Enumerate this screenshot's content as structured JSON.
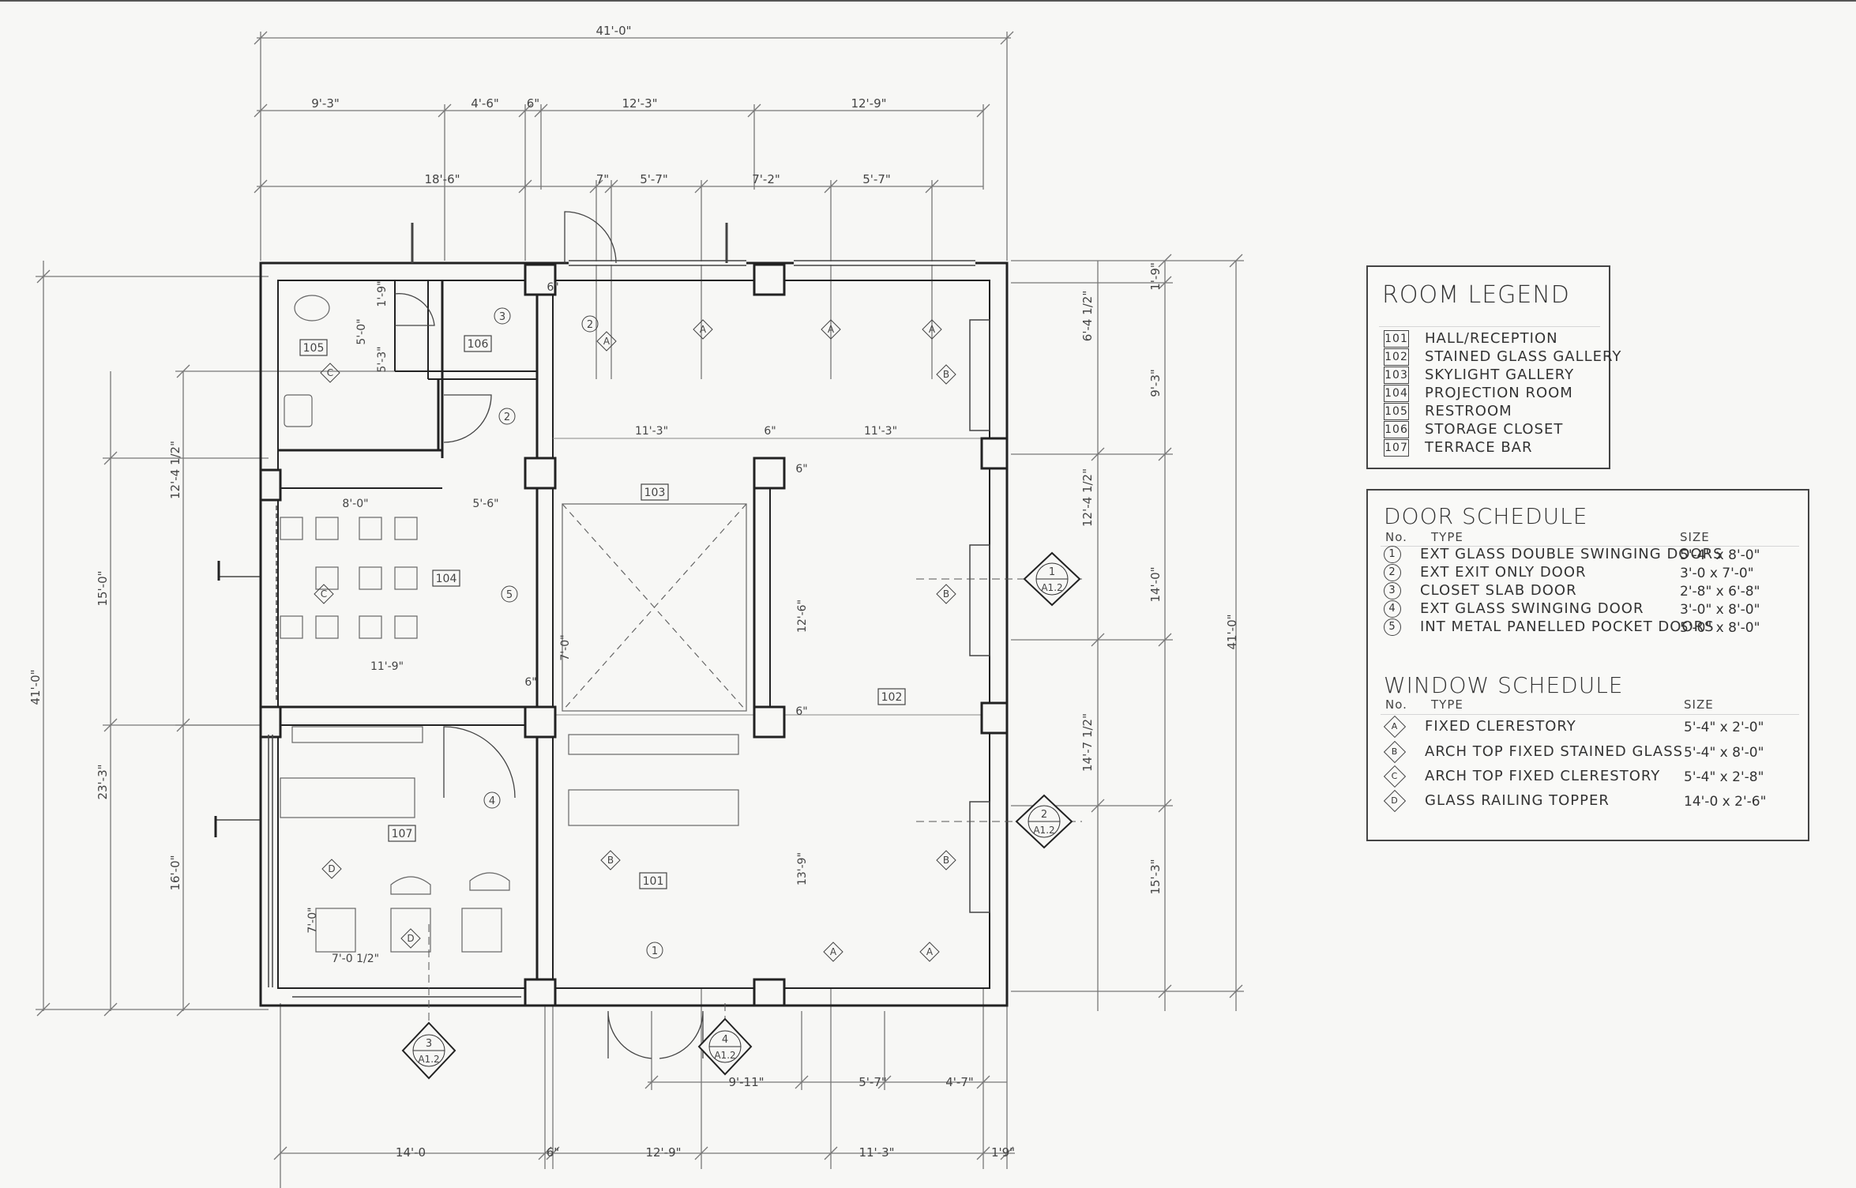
{
  "overall_dims": {
    "top_total": "41'-0\"",
    "top_row1": [
      "9'-3\"",
      "4'-6\"",
      "6\"",
      "12'-3\"",
      "12'-9\""
    ],
    "top_row2": [
      "18'-6\"",
      "7\"",
      "5'-7\"",
      "7'-2\"",
      "5'-7\""
    ],
    "bottom_row1": [
      "9'-11\"",
      "5'-7\"",
      "4'-7\""
    ],
    "bottom_row2": [
      "14'-0",
      "6\"",
      "12'-9\"",
      "11'-3\"",
      "1'9\""
    ],
    "left_total": "41'-0\"",
    "left_row1": [
      "15'-0\"",
      "23'-3\""
    ],
    "left_row2": [
      "12'-4 1/2\"",
      "16'-0\""
    ],
    "right_total": "41'-0\"",
    "right_row1": [
      "1'-9\"",
      "9'-3\"",
      "14'-0\"",
      "15'-3\""
    ],
    "right_row2": [
      "6'-4 1/2\"",
      "12'-4 1/2\"",
      "14'-7 1/2\""
    ]
  },
  "interior_dims": {
    "d_1_9": "1'-9\"",
    "d_5_0": "5'-0\"",
    "d_5_3": "5'-3\"",
    "d_11_3a": "11'-3\"",
    "d_6": "6\"",
    "d_11_3b": "11'-3\"",
    "d_8_0": "8'-0\"",
    "d_5_6": "5'-6\"",
    "d_6b": "6\"",
    "d_12_6": "12'-6\"",
    "d_7_0": "7'-0\"",
    "d_11_9": "11'-9\"",
    "d_6c": "6\"",
    "d_6d": "6\"",
    "d_6e": "6\"",
    "d_13_9": "13'-9\"",
    "d_7_0b": "7'-0\"",
    "d_7_0half": "7'-0 1/2\""
  },
  "room_tags": {
    "r101": "101",
    "r102": "102",
    "r103": "103",
    "r104": "104",
    "r105": "105",
    "r106": "106",
    "r107": "107"
  },
  "section_markers": [
    {
      "num": "1",
      "sheet": "A1.2"
    },
    {
      "num": "2",
      "sheet": "A1.2"
    },
    {
      "num": "3",
      "sheet": "A1.2"
    },
    {
      "num": "4",
      "sheet": "A1.2"
    }
  ],
  "tags": {
    "door1": "1",
    "door2": "2",
    "door3": "3",
    "door4": "4",
    "door5": "5",
    "wA": "A",
    "wB": "B",
    "wC": "C",
    "wD": "D"
  },
  "room_legend": {
    "title": "ROOM LEGEND",
    "items": [
      {
        "num": "101",
        "name": "HALL/RECEPTION"
      },
      {
        "num": "102",
        "name": "STAINED GLASS GALLERY"
      },
      {
        "num": "103",
        "name": "SKYLIGHT GALLERY"
      },
      {
        "num": "104",
        "name": "PROJECTION ROOM"
      },
      {
        "num": "105",
        "name": "RESTROOM"
      },
      {
        "num": "106",
        "name": "STORAGE CLOSET"
      },
      {
        "num": "107",
        "name": "TERRACE BAR"
      }
    ]
  },
  "door_schedule": {
    "title": "DOOR SCHEDULE",
    "col_no": "No.",
    "col_type": "TYPE",
    "col_size": "SIZE",
    "items": [
      {
        "num": "1",
        "type": "EXT GLASS DOUBLE SWINGING DOORS",
        "size": "5'-4\" x 8'-0\""
      },
      {
        "num": "2",
        "type": "EXT EXIT ONLY DOOR",
        "size": "3'-0 x 7'-0\""
      },
      {
        "num": "3",
        "type": "CLOSET SLAB DOOR",
        "size": "2'-8\" x 6'-8\""
      },
      {
        "num": "4",
        "type": "EXT GLASS SWINGING DOOR",
        "size": "3'-0\" x 8'-0\""
      },
      {
        "num": "5",
        "type": "INT METAL PANELLED POCKET DOORS",
        "size": "5'-0\" x 8'-0\""
      }
    ]
  },
  "window_schedule": {
    "title": "WINDOW SCHEDULE",
    "col_no": "No.",
    "col_type": "TYPE",
    "col_size": "SIZE",
    "items": [
      {
        "tag": "A",
        "type": "FIXED CLERESTORY",
        "size": "5'-4\" x 2'-0\""
      },
      {
        "tag": "B",
        "type": "ARCH TOP FIXED STAINED GLASS",
        "size": "5'-4\" x 8'-0\""
      },
      {
        "tag": "C",
        "type": "ARCH TOP FIXED CLERESTORY",
        "size": "5'-4\" x 2'-8\""
      },
      {
        "tag": "D",
        "type": "GLASS RAILING TOPPER",
        "size": "14'-0 x 2'-6\""
      }
    ]
  }
}
